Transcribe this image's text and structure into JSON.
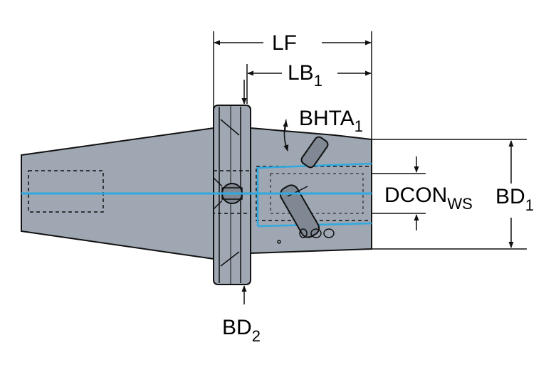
{
  "colors": {
    "body": "#9ea7b2",
    "body_dark": "#7f8893",
    "outline": "#111111",
    "center_line": "#2fa9e0",
    "background": "#ffffff"
  },
  "dimensions": {
    "lf": {
      "main": "LF",
      "sub": ""
    },
    "lb1": {
      "main": "LB",
      "sub": "1"
    },
    "bhta1": {
      "main": "BHTA",
      "sub": "1"
    },
    "dcon_ws": {
      "main": "DCON",
      "sub": "WS"
    },
    "bd1": {
      "main": "BD",
      "sub": "1"
    },
    "bd2": {
      "main": "BD",
      "sub": "2"
    }
  }
}
